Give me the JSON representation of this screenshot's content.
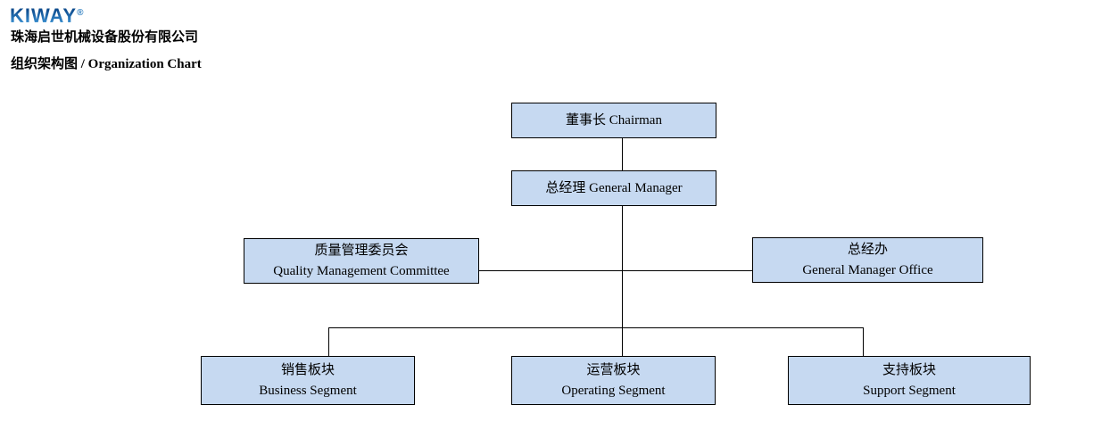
{
  "header": {
    "logo_text": "KIWAY",
    "logo_registered": "®",
    "company_name": "珠海启世机械设备股份有限公司",
    "chart_title": "组织架构图 / Organization Chart"
  },
  "colors": {
    "box_fill": "#c6d9f1",
    "box_border": "#000000",
    "connector_line": "#000000",
    "logo_blue_dark": "#0e4c8e",
    "logo_blue_light": "#63b6e6"
  },
  "org_chart": {
    "nodes": {
      "chairman": {
        "label": "董事长 Chairman"
      },
      "general_manager": {
        "label": "总经理 General Manager"
      },
      "quality_management_committee": {
        "zh": "质量管理委员会",
        "en": "Quality Management Committee"
      },
      "general_manager_office": {
        "zh": "总经办",
        "en": "General Manager Office"
      },
      "business_segment": {
        "zh": "销售板块",
        "en": "Business Segment"
      },
      "operating_segment": {
        "zh": "运营板块",
        "en": "Operating Segment"
      },
      "support_segment": {
        "zh": "支持板块",
        "en": "Support Segment"
      }
    }
  }
}
